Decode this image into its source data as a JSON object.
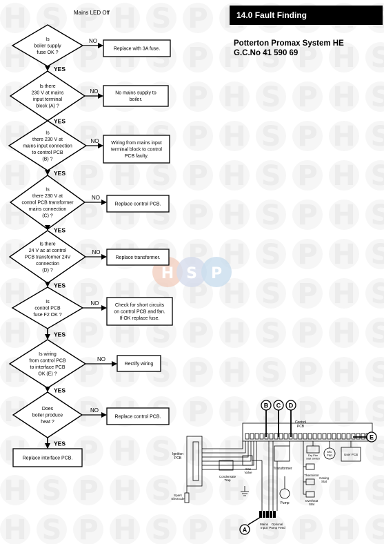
{
  "header": {
    "section": "14.0 Fault Finding",
    "model": "Potterton Promax System HE",
    "gc_number": "G.C.No 41 590 69"
  },
  "chart_title": "Mains LED Off",
  "watermark": {
    "letters": [
      "H",
      "S",
      "P"
    ]
  },
  "labels": {
    "no": "NO",
    "yes": "YES"
  },
  "decisions": [
    {
      "id": "d1",
      "lines": [
        "Is",
        "boiler supply",
        "fuse OK ?"
      ]
    },
    {
      "id": "d2",
      "lines": [
        "Is there",
        "230 V at mains",
        "input terminal",
        "block (A) ?"
      ]
    },
    {
      "id": "d3",
      "lines": [
        "Is",
        "there 230 V at",
        "mains input connection",
        "to control PCB",
        "(B) ?"
      ]
    },
    {
      "id": "d4",
      "lines": [
        "Is",
        "there 230 V at",
        "control PCB transformer",
        "mains connection",
        "(C) ?"
      ]
    },
    {
      "id": "d5",
      "lines": [
        "Is there",
        "24 V ac at control",
        "PCB transformer 24V",
        "connection",
        "(D) ?"
      ]
    },
    {
      "id": "d6",
      "lines": [
        "Is",
        "control PCB",
        "fuse F2 OK ?"
      ]
    },
    {
      "id": "d7",
      "lines": [
        "Is wiring",
        "from control PCB",
        "to interface PCB",
        "OK (E) ?"
      ]
    },
    {
      "id": "d8",
      "lines": [
        "Does",
        "boiler produce",
        "heat ?"
      ]
    }
  ],
  "actions": [
    {
      "id": "a1",
      "lines": [
        "Replace with 3A fuse."
      ]
    },
    {
      "id": "a2",
      "lines": [
        "No mains supply to",
        "boiler."
      ]
    },
    {
      "id": "a3",
      "lines": [
        "Wiring from mains input",
        "terminal block to control",
        "PCB faulty."
      ]
    },
    {
      "id": "a4",
      "lines": [
        "Replace control PCB."
      ]
    },
    {
      "id": "a5",
      "lines": [
        "Replace transformer."
      ]
    },
    {
      "id": "a6",
      "lines": [
        "Check for short circuits",
        "on control PCB and fan.",
        "If OK replace fuse."
      ]
    },
    {
      "id": "a7",
      "lines": [
        "Rectify wiring"
      ]
    },
    {
      "id": "a8",
      "lines": [
        "Replace control PCB."
      ]
    }
  ],
  "final_action": {
    "lines": [
      "Replace interface PCB."
    ]
  },
  "wiring_diagram": {
    "markers": [
      "A",
      "B",
      "C",
      "D",
      "E"
    ],
    "labels": {
      "control_pcb": [
        "Control",
        "PCB"
      ],
      "ignition_pcb": [
        "Ignition",
        "PCB"
      ],
      "transformer": "Transformer",
      "gas_valve": [
        "Gas",
        "Valve"
      ],
      "condensate_trap": [
        "Condensate",
        "Trap"
      ],
      "spark_electrode": [
        "Spark",
        "Electrode"
      ],
      "pump": "Pump",
      "fan": [
        "DC",
        "Fan"
      ],
      "user_pcb": "User PCB",
      "thermistor": "Thermistor",
      "casing_stat": [
        "Casing",
        "Stat"
      ],
      "overheat_stat": [
        "Overheat",
        "Stat"
      ],
      "dry_fire_stat": [
        "Dry Fire",
        "Stat Switch"
      ],
      "mains_input": [
        "Mains",
        "Input"
      ],
      "optional_pump_feed": [
        "Optional",
        "Pump Feed"
      ]
    }
  }
}
